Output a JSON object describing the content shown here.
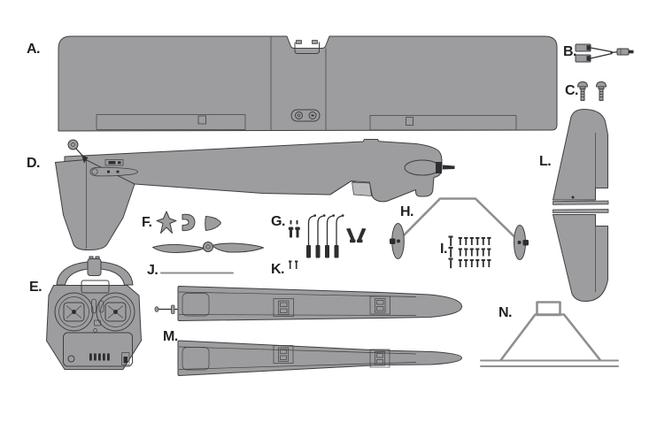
{
  "figure": {
    "kind": "rc-airplane-kit-parts-diagram",
    "background": "#ffffff"
  },
  "colors": {
    "part_fill": "#9d9d9f",
    "part_outline": "#3f3f41",
    "dark_part": "#2e2e30",
    "wire": "#8f8f91",
    "label": "#231f20",
    "background": "#ffffff"
  },
  "parts": {
    "a": {
      "label": "A.",
      "item": "main-wing"
    },
    "b": {
      "label": "B.",
      "item": "y-harness-cable"
    },
    "c": {
      "label": "C.",
      "item": "mounting-screws"
    },
    "d": {
      "label": "D.",
      "item": "fuselage"
    },
    "e": {
      "label": "E.",
      "item": "radio-transmitter"
    },
    "f": {
      "label": "F.",
      "item": "propeller-and-spinner"
    },
    "g": {
      "label": "G.",
      "item": "pushrods-and-control-horns"
    },
    "h": {
      "label": "H.",
      "item": "landing-gear-with-wheels"
    },
    "i": {
      "label": "I.",
      "item": "screw-set"
    },
    "j": {
      "label": "J.",
      "item": "wing-rod"
    },
    "k": {
      "label": "K.",
      "item": "small-pins"
    },
    "l": {
      "label": "L.",
      "item": "tail-surfaces"
    },
    "m": {
      "label": "M.",
      "item": "wing-panels"
    },
    "n": {
      "label": "N.",
      "item": "wire-stand"
    }
  }
}
